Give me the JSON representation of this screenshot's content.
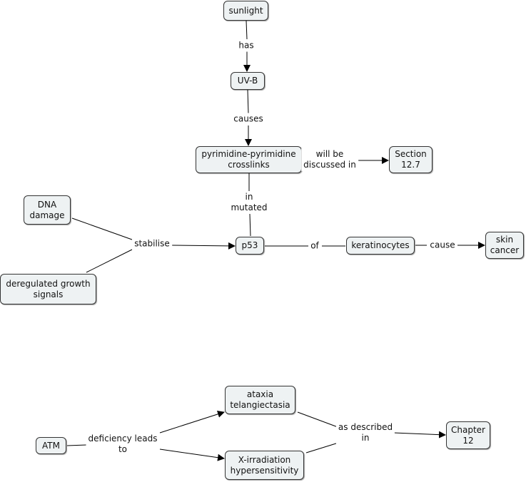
{
  "nodes": {
    "sunlight": "sunlight",
    "uvb": "UV-B",
    "crosslinks": "pyrimidine-pyrimidine\ncrosslinks",
    "section": "Section\n12.7",
    "dna_damage": "DNA\ndamage",
    "deregulated": "deregulated growth\nsignals",
    "p53": "p53",
    "keratinocytes": "keratinocytes",
    "skin_cancer": "skin\ncancer",
    "ataxia": "ataxia\ntelangiectasia",
    "xirradiation": "X-irradiation\nhypersensitivity",
    "atm": "ATM",
    "chapter": "Chapter\n12"
  },
  "links": {
    "has": "has",
    "causes": "causes",
    "discussed": "will be\ndiscussed in",
    "mutated": "in\nmutated",
    "stabilise": "stabilise",
    "of": "of",
    "cause": "cause",
    "deficiency": "deficiency leads\nto",
    "described": "as described\nin"
  },
  "colors": {
    "node_fill": "#eef2f3",
    "line": "#000000"
  }
}
